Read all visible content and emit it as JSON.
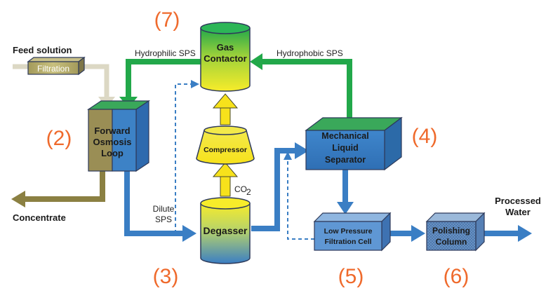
{
  "diagram": {
    "nodes": {
      "feed_solution": "Feed solution",
      "filtration": "Filtration",
      "forward_osmosis": [
        "Forward",
        "Osmosis",
        "Loop"
      ],
      "concentrate": "Concentrate",
      "dilute_sps": [
        "Dilute",
        "SPS"
      ],
      "degasser": "Degasser",
      "co2": "CO",
      "co2_sub": "2",
      "compressor": "Compressor",
      "gas_contactor": [
        "Gas",
        "Contactor"
      ],
      "hydrophilic_sps": "Hydrophilic SPS",
      "hydrophobic_sps": "Hydrophobic SPS",
      "mechanical_liquid_separator": [
        "Mechanical",
        "Liquid",
        "Separator"
      ],
      "low_pressure_filtration_cell": [
        "Low Pressure",
        "Filtration Cell"
      ],
      "polishing_column": [
        "Polishing",
        "Column"
      ],
      "processed_water": [
        "Processed",
        "Water"
      ]
    },
    "stage_numbers": {
      "fo": "(2)",
      "degasser": "(3)",
      "separator": "(4)",
      "filtration_cell": "(5)",
      "polishing": "(6)",
      "contactor": "(7)"
    },
    "colors": {
      "blue_flow": "#3a7ec4",
      "green_flow": "#22a84a",
      "yellow_flow": "#f7e21b",
      "olive_flow": "#8b8042",
      "feed_flow": "#dcd8c4",
      "stage_number": "#ef6a2c"
    }
  }
}
